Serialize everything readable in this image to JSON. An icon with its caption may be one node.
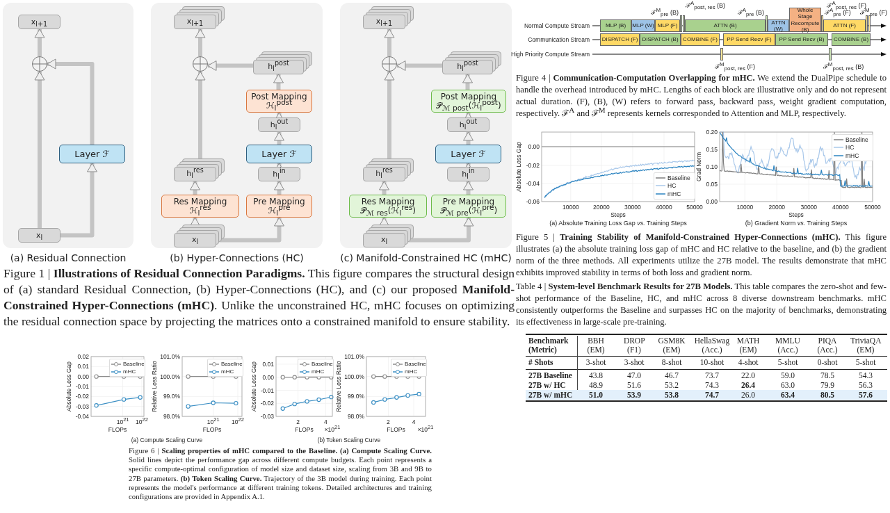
{
  "diagram": {
    "nodes": [
      {
        "text": [
          "(a) Residual Connection"
        ]
      },
      {
        "text": [
          "x$_{l+1}$"
        ],
        "in": 0
      },
      {
        "text": [],
        "shape": "circle",
        "in": 0
      },
      {
        "text": [
          "Layer ℱ"
        ],
        "in": 0
      },
      {
        "text": [
          "x$_{l}$"
        ],
        "in": 0
      },
      {
        "text": [
          "(b) Hyper-Connections (HC)"
        ]
      },
      {
        "text": [
          "x$_{l+1}$"
        ],
        "in": 5
      },
      {
        "text": [],
        "shape": "circle",
        "in": 5
      },
      {
        "text": [
          "h$_{l}$$^{post}$"
        ],
        "in": 5
      },
      {
        "text": [
          "Post Mapping",
          "ℋ$_{l}$$^{post}$"
        ],
        "in": 5
      },
      {
        "text": [
          "h$_{l}$$^{out}$"
        ],
        "in": 5
      },
      {
        "text": [
          "Layer ℱ"
        ],
        "in": 5
      },
      {
        "text": [
          "h$_{l}$$^{res}$"
        ],
        "in": 5
      },
      {
        "text": [
          "h$_{l}$$^{in}$"
        ],
        "in": 5
      },
      {
        "text": [
          "Res Mapping",
          "ℋ$_{l}$$^{res}$"
        ],
        "in": 5
      },
      {
        "text": [
          "Pre Mapping",
          "ℋ$_{l}$$^{pre}$"
        ],
        "in": 5
      },
      {
        "text": [
          "x$_{l}$"
        ],
        "in": 5
      },
      {
        "text": [
          "(c) Manifold-Constrained HC (mHC)"
        ]
      },
      {
        "text": [
          "x$_{l+1}$"
        ],
        "in": 17
      },
      {
        "text": [],
        "shape": "circle",
        "in": 17
      },
      {
        "text": [
          "h$_{l}$$^{post}$"
        ],
        "in": 17
      },
      {
        "text": [
          "Post Mapping",
          "𝒫$_{ℳ post}$(ℋ$_{l}$$^{post}$)"
        ],
        "in": 17
      },
      {
        "text": [
          "h$_{l}$$^{out}$"
        ],
        "in": 17
      },
      {
        "text": [
          "Layer ℱ"
        ],
        "in": 17
      },
      {
        "text": [
          "h$_{l}$$^{res}$"
        ],
        "in": 17
      },
      {
        "text": [
          "h$_{l}$$^{in}$"
        ],
        "in": 17
      },
      {
        "text": [
          "Res Mapping",
          "𝒫$_{ℳ res}$(ℋ$_{l}$$^{res}$)"
        ],
        "in": 17
      },
      {
        "text": [
          "Pre Mapping",
          "𝒫$_{ℳ pre}$(ℋ$_{l}$$^{pre}$)"
        ],
        "in": 17
      },
      {
        "text": [
          "x$_{l}$"
        ],
        "in": 17
      },
      {
        "text": [
          "MLP (B)"
        ]
      },
      {
        "text": [
          "MLP (W)"
        ]
      },
      {
        "text": [
          "MLP (F)"
        ]
      },
      {
        "text": [
          "ATTN (B)"
        ]
      },
      {
        "text": [
          "ATTN (W)"
        ]
      },
      {
        "text": [
          "Whole Stage Recompute (B)"
        ]
      },
      {
        "text": [
          "ATTN (F)"
        ]
      },
      {
        "text": [
          "DISPATCH (F)"
        ]
      },
      {
        "text": [
          "DISPATCH (B)"
        ]
      },
      {
        "text": [
          "COMBINE (F)"
        ]
      },
      {
        "text": [
          "PP Send Recv (F)"
        ]
      },
      {
        "text": [
          "PP Send Recv (B)"
        ]
      },
      {
        "text": [
          "COMBINE (B)"
        ]
      },
      {
        "text": [],
        "shape": "bar",
        "beside": [
          "ℱ$^{M}$$_{pre}$ (B)"
        ]
      },
      {
        "text": [],
        "shape": "bar",
        "beside": [
          "ℱ$^{A}$$_{post, res}$ (B)"
        ]
      },
      {
        "text": [],
        "shape": "bar",
        "beside": [
          "ℱ$^{A}$$_{pre}$ (B)"
        ]
      },
      {
        "text": [],
        "shape": "bar",
        "beside": [
          "ℱ$^{A}$$_{pre}$ (F)"
        ]
      },
      {
        "text": [],
        "shape": "bar",
        "beside": [
          "ℱ$^{A}$$_{post, res}$ (F)"
        ]
      },
      {
        "text": [],
        "shape": "bar",
        "beside": [
          "ℱ$^{M}$$_{pre}$ (F)"
        ]
      },
      {
        "text": [],
        "shape": "bar",
        "beside": [
          "ℱ$^{M}$$_{post, res}$ (F)"
        ]
      },
      {
        "text": [],
        "shape": "bar",
        "beside": [
          "ℱ$^{M}$$_{post, res}$ (B)"
        ]
      }
    ],
    "edges": [
      {
        "from": 4,
        "to": 2,
        "arrow": "to"
      },
      {
        "from": 2,
        "to": 1,
        "arrow": "to"
      },
      {
        "from": 4,
        "to": 3,
        "arrow": "to"
      },
      {
        "from": 3,
        "to": 2,
        "arrow": "to"
      },
      {
        "from": 16,
        "to": 14,
        "arrow": "to"
      },
      {
        "from": 14,
        "to": 12,
        "arrow": "to"
      },
      {
        "from": 12,
        "to": 7,
        "arrow": "to"
      },
      {
        "from": 7,
        "to": 6,
        "arrow": "to"
      },
      {
        "from": 16,
        "to": 15,
        "arrow": "to"
      },
      {
        "from": 15,
        "to": 13,
        "arrow": "to"
      },
      {
        "from": 13,
        "to": 11,
        "arrow": "to"
      },
      {
        "from": 11,
        "to": 10,
        "arrow": "to"
      },
      {
        "from": 10,
        "to": 9,
        "arrow": "to"
      },
      {
        "from": 9,
        "to": 8,
        "arrow": "to"
      },
      {
        "from": 8,
        "to": 7,
        "arrow": "to"
      },
      {
        "from": 28,
        "to": 26,
        "arrow": "to"
      },
      {
        "from": 26,
        "to": 24,
        "arrow": "to"
      },
      {
        "from": 24,
        "to": 19,
        "arrow": "to"
      },
      {
        "from": 19,
        "to": 18,
        "arrow": "to"
      },
      {
        "from": 28,
        "to": 27,
        "arrow": "to"
      },
      {
        "from": 27,
        "to": 25,
        "arrow": "to"
      },
      {
        "from": 25,
        "to": 23,
        "arrow": "to"
      },
      {
        "from": 23,
        "to": 22,
        "arrow": "to"
      },
      {
        "from": 22,
        "to": 21,
        "arrow": "to"
      },
      {
        "from": 21,
        "to": 20,
        "arrow": "to"
      },
      {
        "from": 20,
        "to": 19,
        "arrow": "to"
      }
    ],
    "labels": [
      "Normal Compute Stream",
      "Communication Stream",
      "High Priority Compute Stream",
      "Figure 1 | **Illustrations of Residual Connection Paradigms.** This figure compares the structural design of (a) standard Residual Connection, (b) Hyper-Connections (HC), and (c) our proposed **Manifold-Constrained Hyper-Connections (mHC)**. Unlike the unconstrained HC, mHC focuses on optimizing the residual connection space by projecting the matrices onto a constrained manifold to ensure stability.",
      "Figure 4 | **Communication-Computation Overlapping for mHC.** We extend the DualPipe schedule to handle the overhead introduced by mHC. Lengths of each block are illustrative only and do not represent actual duration. (F), (B), (W) refers to forward pass, backward pass, weight gradient computation, respectively. ℱ$^{A}$ and ℱ$^{M}$ represents kernels corresponded to Attention and MLP, respectively.",
      "0.00",
      "-0.02",
      "-0.04",
      "-0.06",
      "Absolute Loss Gap",
      "10000",
      "20000",
      "30000",
      "40000",
      "50000",
      "Steps",
      "(a) Absolute Training Loss Gap *vs.* Training Steps",
      "0.20",
      "0.15",
      "0.10",
      "0.05",
      "0.00",
      "Grad Norm",
      "10000",
      "20000",
      "30000",
      "40000",
      "50000",
      "Steps",
      "(b) Gradient Norm *vs.* Training Steps",
      "Figure 5 | **Training Stability of Manifold-Constrained Hyper-Connections (mHC).** This figure illustrates (a) the absolute training loss gap of mHC and HC relative to the baseline, and (b) the gradient norm of the three methods. All experiments utilize the 27B model. The results demonstrate that mHC exhibits improved stability in terms of both loss and gradient norm.",
      "Table 4 | **System-level Benchmark Results for 27B Models.** This table compares the zero-shot and few-shot performance of the Baseline, HC, and mHC across 8 diverse downstream benchmarks. mHC consistently outperforms the Baseline and surpasses HC on the majority of benchmarks, demonstrating its effectiveness in large-scale pre-training.",
      "Benchmark (Metric)",
      "BBH (EM)",
      "DROP (F1)",
      "GSM8K (EM)",
      "HellaSwag (Acc.)",
      "MATH (EM)",
      "MMLU (Acc.)",
      "PIQA (Acc.)",
      "TriviaQA (EM)",
      "# Shots",
      "3-shot",
      "3-shot",
      "8-shot",
      "10-shot",
      "4-shot",
      "5-shot",
      "0-shot",
      "5-shot",
      "27B Baseline",
      "43.8",
      "47.0",
      "46.7",
      "73.7",
      "22.0",
      "59.0",
      "78.5",
      "54.3",
      "27B w/ HC",
      "48.9",
      "51.6",
      "53.2",
      "74.3",
      "26.4",
      "63.0",
      "79.9",
      "56.3",
      "27B w/ mHC",
      "51.0",
      "53.9",
      "53.8",
      "74.7",
      "26.0",
      "63.4",
      "80.5",
      "57.6",
      "0.02",
      "0.01",
      "0.00",
      "-0.01",
      "-0.02",
      "-0.03",
      "-0.04",
      "Absolute Loss Gap",
      "10$^{21}$",
      "10$^{22}$",
      "FLOPs",
      "101.0%",
      "100.0%",
      "99.0%",
      "98.0%",
      "Relative Loss Ratio",
      "10$^{21}$",
      "10$^{22}$",
      "FLOPs",
      "(a) Compute Scaling Curve",
      "0.01",
      "0.00",
      "-0.01",
      "-0.02",
      "-0.03",
      "Absolute Loss Gap",
      "2",
      "4",
      "FLOPs",
      "×10$^{21}$",
      "101.0%",
      "100.0%",
      "99.0%",
      "98.0%",
      "Relative Loss Ratio",
      "2",
      "4",
      "FLOPs",
      "×10$^{21}$",
      "(b) Token Scaling Curve",
      "Figure 6 | **Scaling properties of mHC compared to the Baseline. (a) Compute Scaling Curve.** Solid lines depict the performance gap across different compute budgets. Each point represents a specific compute-optimal configuration of model size and dataset size, scaling from 3B and 9B to 27B parameters. **(b) Token Scaling Curve.** Trajectory of the 3B model during training. Each point represents the model's performance at different training tokens. Detailed architectures and training configurations are provided in Appendix A.1."
    ],
    "legend": [
      {
        "text": "Baseline"
      },
      {
        "text": "HC"
      },
      {
        "text": "mHC"
      },
      {
        "text": "Baseline"
      },
      {
        "text": "HC"
      },
      {
        "text": "mHC"
      },
      {
        "text": "Baseline"
      },
      {
        "text": "mHC"
      },
      {
        "text": "Baseline"
      },
      {
        "text": "mHC"
      },
      {
        "text": "Baseline"
      },
      {
        "text": "mHC"
      },
      {
        "text": "Baseline"
      },
      {
        "text": "mHC"
      }
    ]
  }
}
